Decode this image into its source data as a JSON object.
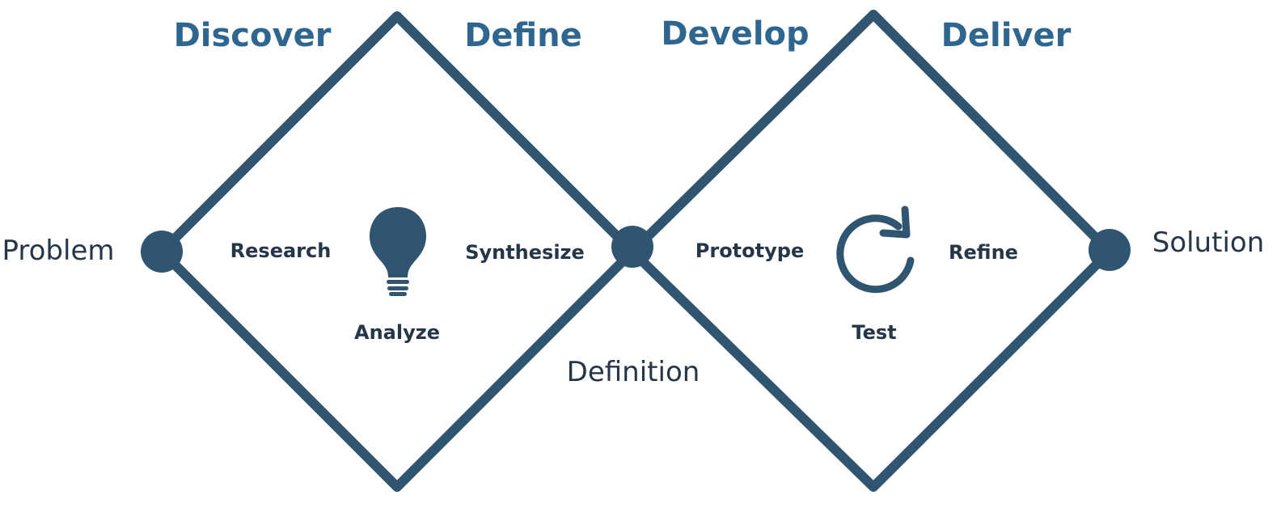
{
  "colors": {
    "diamond_stroke": "#2f5571",
    "node_fill": "#2f5571",
    "icon_fill": "#2f5571",
    "phase_text": "#2f6690",
    "activity_text": "#253648",
    "milestone_text": "#253648",
    "background": "#ffffff"
  },
  "phases": {
    "discover": "Discover",
    "define": "Define",
    "develop": "Develop",
    "deliver": "Deliver"
  },
  "milestones": {
    "problem": "Problem",
    "definition": "Definition",
    "solution": "Solution"
  },
  "activities": {
    "research": "Research",
    "analyze": "Analyze",
    "synthesize": "Synthesize",
    "prototype": "Prototype",
    "test": "Test",
    "refine": "Refine"
  },
  "icons": {
    "left_diamond": "lightbulb-icon",
    "right_diamond": "refresh-icon"
  }
}
